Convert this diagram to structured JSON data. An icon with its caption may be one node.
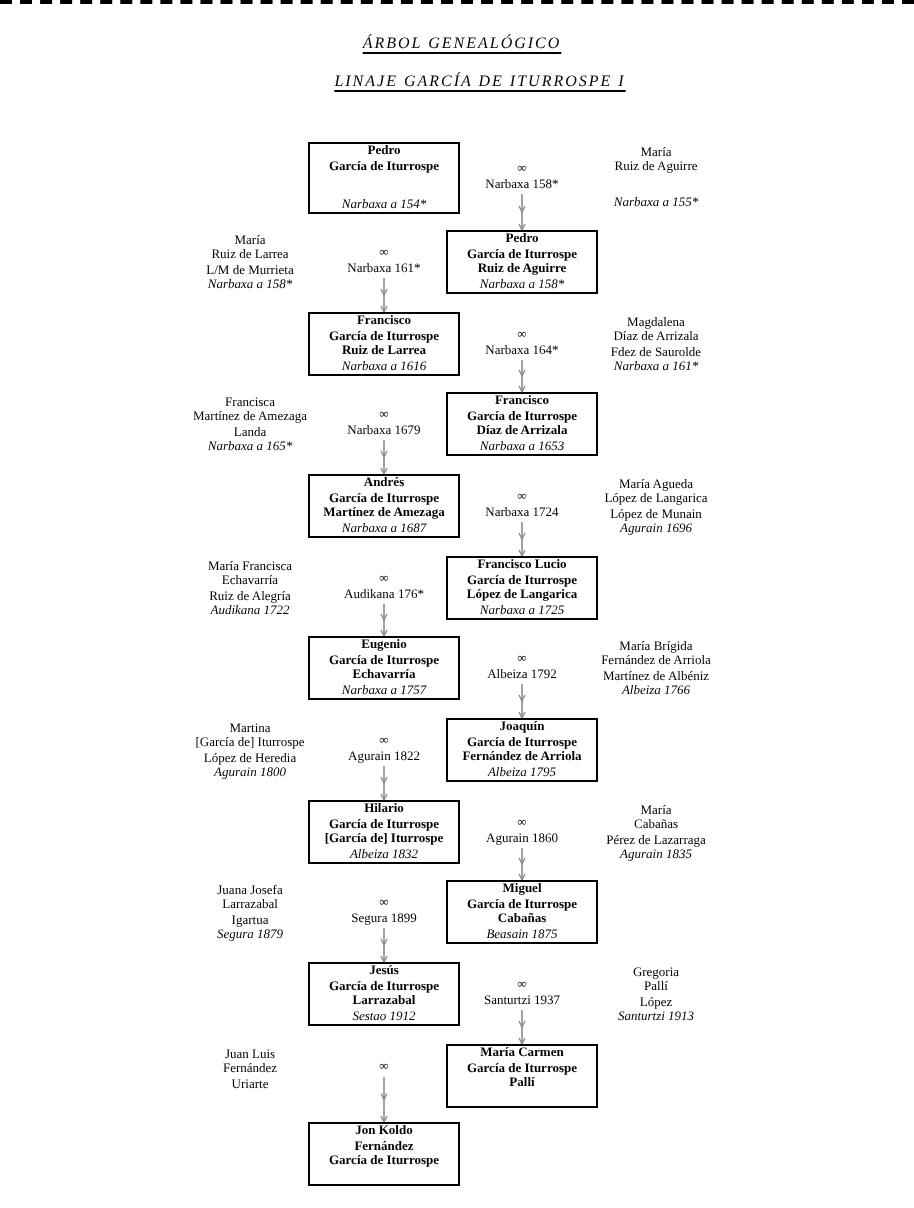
{
  "diagram": {
    "title": "ÁRBOL GENEALÓGICO",
    "nodes": [
      {
        "text": [
          "Pedro",
          "García de Iturrospe",
          "Narbaxa a 154*"
        ]
      },
      {
        "text": [
          "∞",
          "Narbaxa 158*"
        ]
      },
      {
        "text": [
          "Pedro",
          "García de Iturrospe",
          "Ruiz de Aguirre",
          "Narbaxa a 158*"
        ]
      },
      {
        "text": [
          "∞",
          "Narbaxa 161*"
        ]
      },
      {
        "text": [
          "Francisco",
          "García de Iturrospe",
          "Ruiz de Larrea",
          "Narbaxa a 1616"
        ]
      },
      {
        "text": [
          "∞",
          "Narbaxa 164*"
        ]
      },
      {
        "text": [
          "Francisco",
          "García de Iturrospe",
          "Díaz de Arrizala",
          "Narbaxa a 1653"
        ]
      },
      {
        "text": [
          "∞",
          "Narbaxa 1679"
        ]
      },
      {
        "text": [
          "Andrés",
          "García de Iturrospe",
          "Martínez de Amezaga",
          "Narbaxa a 1687"
        ]
      },
      {
        "text": [
          "∞",
          "Narbaxa 1724"
        ]
      },
      {
        "text": [
          "Francisco Lucio",
          "García de Iturrospe",
          "López de Langarica",
          "Narbaxa a 1725"
        ]
      },
      {
        "text": [
          "∞",
          "Audikana 176*"
        ]
      },
      {
        "text": [
          "Eugenio",
          "García de Iturrospe",
          "Echavarría",
          "Narbaxa a 1757"
        ]
      },
      {
        "text": [
          "∞",
          "Albeiza 1792"
        ]
      },
      {
        "text": [
          "Joaquín",
          "García de Iturrospe",
          "Fernández de Arriola",
          "Albeiza 1795"
        ]
      },
      {
        "text": [
          "∞",
          "Agurain 1822"
        ]
      },
      {
        "text": [
          "Hilario",
          "García de Iturrospe",
          "[García de] Iturrospe",
          "Albeiza 1832"
        ]
      },
      {
        "text": [
          "∞",
          "Agurain 1860"
        ]
      },
      {
        "text": [
          "Miguel",
          "García de Iturrospe",
          "Cabañas",
          "Beasain 1875"
        ]
      },
      {
        "text": [
          "∞",
          "Segura 1899"
        ]
      },
      {
        "text": [
          "Jesús",
          "García de Iturrospe",
          "Larrazabal",
          "Sestao 1912"
        ]
      },
      {
        "text": [
          "∞",
          "Santurtzi 1937"
        ]
      },
      {
        "text": [
          "María Carmen",
          "García de Iturrospe",
          "Pallí"
        ]
      },
      {
        "text": [
          "∞"
        ]
      },
      {
        "text": [
          "Jon Koldo",
          "Fernández",
          "García de Iturrospe"
        ]
      }
    ],
    "edges": [
      {
        "from": 1,
        "to": 2,
        "arrow": "to"
      },
      {
        "from": 3,
        "to": 4,
        "arrow": "to"
      },
      {
        "from": 5,
        "to": 6,
        "arrow": "to"
      },
      {
        "from": 7,
        "to": 8,
        "arrow": "to"
      },
      {
        "from": 9,
        "to": 10,
        "arrow": "to"
      },
      {
        "from": 11,
        "to": 12,
        "arrow": "to"
      },
      {
        "from": 13,
        "to": 14,
        "arrow": "to"
      },
      {
        "from": 15,
        "to": 16,
        "arrow": "to"
      },
      {
        "from": 17,
        "to": 18,
        "arrow": "to"
      },
      {
        "from": 19,
        "to": 20,
        "arrow": "to"
      },
      {
        "from": 21,
        "to": 22,
        "arrow": "to"
      },
      {
        "from": 23,
        "to": 24,
        "arrow": "to"
      }
    ],
    "labels": [
      "LINAJE GARCÍA DE ITURROSPE I",
      "María",
      "Ruiz de Aguirre",
      "Narbaxa a 155*",
      "María",
      "Ruiz de Larrea",
      "L/M de Murrieta",
      "Narbaxa a 158*",
      "Magdalena",
      "Díaz de Arrizala",
      "Fdez de Saurolde",
      "Narbaxa a 161*",
      "Francisca",
      "Martínez de Amezaga",
      "Landa",
      "Narbaxa a 165*",
      "María Agueda",
      "López de Langarica",
      "López de Munain",
      "Agurain 1696",
      "María Francisca",
      "Echavarría",
      "Ruiz de Alegría",
      "Audikana 1722",
      "María Brígida",
      "Fernández de Arriola",
      "Martínez de Albéniz",
      "Albeiza 1766",
      "Martina",
      "[García de] Iturrospe",
      "López de Heredia",
      "Agurain 1800",
      "María",
      "Cabañas",
      "Pérez de Lazarraga",
      "Agurain 1835",
      "Juana Josefa",
      "Larrazabal",
      "Igartua",
      "Segura 1879",
      "Gregoria",
      "Pallí",
      "López",
      "Santurtzi 1913",
      "Juan Luis",
      "Fernández",
      "Uriarte"
    ]
  }
}
